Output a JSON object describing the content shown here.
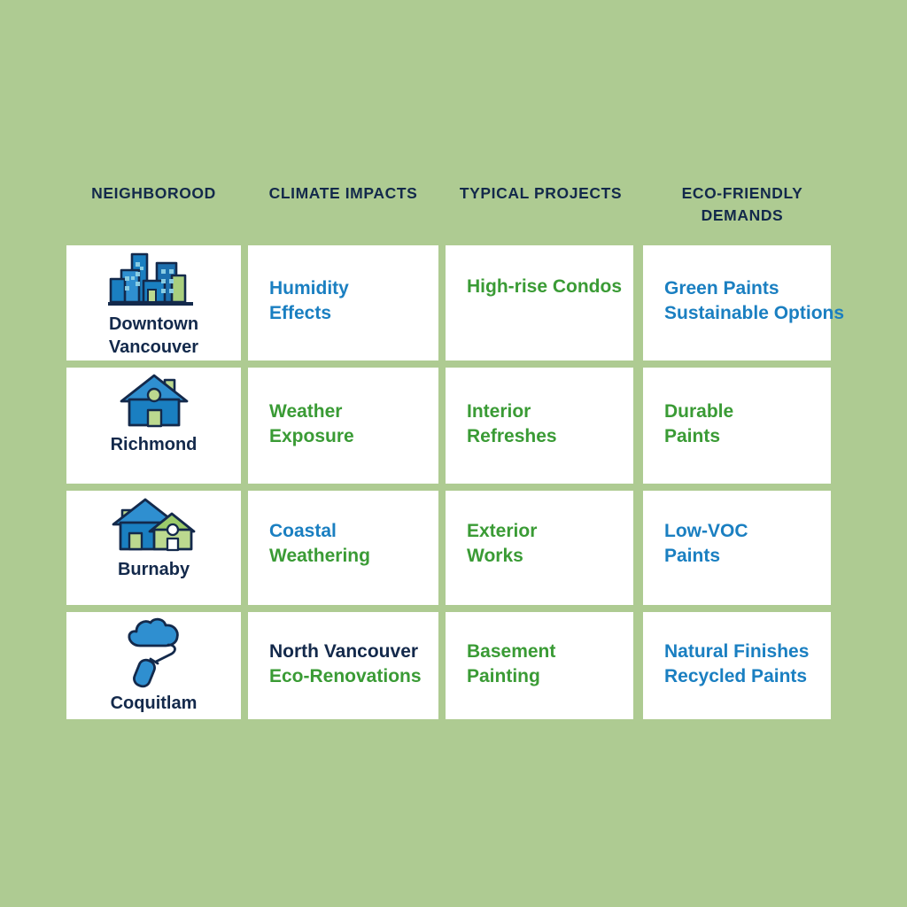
{
  "palette": {
    "background": "#aecb92",
    "card": "#ffffff",
    "navy": "#13294b",
    "blue": "#1a7fc1",
    "green": "#3a9b35"
  },
  "headers": [
    {
      "label": "NEIGHBOROOD"
    },
    {
      "label": "CLIMATE IMPACTS"
    },
    {
      "label": "TYPICAL PROJECTS"
    },
    {
      "label": "ECO-FRIENDLY DEMANDS"
    }
  ],
  "rows": [
    {
      "neighborhood": {
        "icon": "city-skyline-icon",
        "label": "Downtown Vancouver"
      },
      "climate": {
        "lines": [
          {
            "text": "Humidity",
            "color": "blue"
          },
          {
            "text": "Effects",
            "color": "blue"
          }
        ]
      },
      "projects": {
        "lines": [
          {
            "text": "High-rise Condos",
            "color": "green"
          }
        ]
      },
      "eco": {
        "lines": [
          {
            "text": "Green Paints",
            "color": "blue"
          },
          {
            "text": "Sustainable Options",
            "color": "blue"
          }
        ]
      }
    },
    {
      "neighborhood": {
        "icon": "house-icon",
        "label": "Richmond"
      },
      "climate": {
        "lines": [
          {
            "text": "Weather",
            "color": "green"
          },
          {
            "text": "Exposure",
            "color": "green"
          }
        ]
      },
      "projects": {
        "lines": [
          {
            "text": "Interior",
            "color": "green"
          },
          {
            "text": "Refreshes",
            "color": "green"
          }
        ]
      },
      "eco": {
        "lines": [
          {
            "text": "Durable",
            "color": "green"
          },
          {
            "text": "Paints",
            "color": "green"
          }
        ]
      }
    },
    {
      "neighborhood": {
        "icon": "duplex-house-icon",
        "label": "Burnaby"
      },
      "climate": {
        "lines": [
          {
            "text": "Coastal",
            "color": "blue"
          },
          {
            "text": "Weathering",
            "color": "green"
          }
        ]
      },
      "projects": {
        "lines": [
          {
            "text": "Exterior",
            "color": "green"
          },
          {
            "text": "Works",
            "color": "green"
          }
        ]
      },
      "eco": {
        "lines": [
          {
            "text": "Low-VOC",
            "color": "blue"
          },
          {
            "text": "Paints",
            "color": "blue"
          }
        ]
      }
    },
    {
      "neighborhood": {
        "icon": "paint-roller-cloud-icon",
        "label": "Coquitlam"
      },
      "climate": {
        "lines": [
          {
            "text": "North Vancouver",
            "color": "navy"
          },
          {
            "text": "Eco-Renovations",
            "color": "green"
          }
        ]
      },
      "projects": {
        "lines": [
          {
            "text": "Basement",
            "color": "green"
          },
          {
            "text": "Painting",
            "color": "green"
          }
        ]
      },
      "eco": {
        "lines": [
          {
            "text": "Natural Finishes",
            "color": "blue"
          },
          {
            "text": "Recycled Paints",
            "color": "blue"
          }
        ]
      }
    }
  ]
}
